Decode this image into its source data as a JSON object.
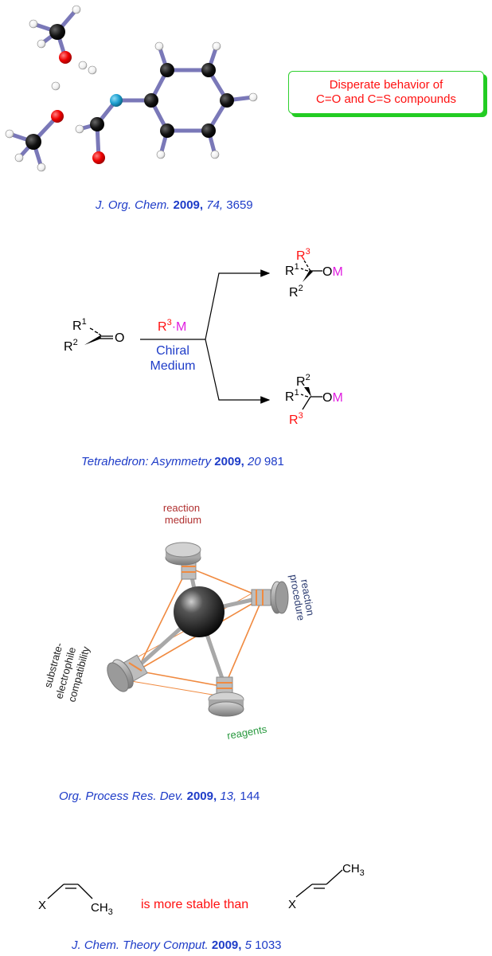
{
  "panel1": {
    "callout_line1": "Disperate behavior of",
    "callout_line2": "C=O and C=S compounds",
    "citation": {
      "journal": "J. Org. Chem.",
      "year": "2009,",
      "volume": "74,",
      "pages": "3659"
    }
  },
  "panel2": {
    "reagent_r": "R",
    "reagent_sup": "3",
    "reagent_dot": "·",
    "reagent_m": "M",
    "condition_line1": "Chiral",
    "condition_line2": "Medium",
    "carbonyl_o": "O",
    "r": "R",
    "sup1": "1",
    "sup2": "2",
    "sup3": "3",
    "product_o": "O",
    "product_m": "M",
    "citation": {
      "journal": "Tetrahedron: Asymmetry",
      "year": "2009,",
      "volume": "20",
      "pages": "981"
    }
  },
  "panel3": {
    "label_medium_1": "reaction",
    "label_medium_2": "medium",
    "label_procedure_1": "reaction",
    "label_procedure_2": "procedure",
    "label_substrate_1": "substrate-",
    "label_substrate_2": "electrophile",
    "label_substrate_3": "compatibility",
    "label_reagents": "reagents",
    "citation": {
      "journal": "Org. Process Res. Dev.",
      "year": "2009,",
      "volume": "13,",
      "pages": "144"
    }
  },
  "panel4": {
    "x_label": "X",
    "ch3_c": "CH",
    "ch3_sub": "3",
    "comparison": "is more stable than",
    "citation": {
      "journal": "J. Chem. Theory Comput.",
      "year": "2009,",
      "volume": "5",
      "pages": "1033"
    }
  },
  "colors": {
    "citation_blue": "#1e3cc8",
    "red": "#ff1010",
    "magenta": "#e01ee0",
    "green_border": "#2ed02e",
    "bond": "#7a78b8",
    "medium_label": "#b03030",
    "procedure_label": "#2a3a70",
    "reagents_label": "#2a9a40"
  }
}
